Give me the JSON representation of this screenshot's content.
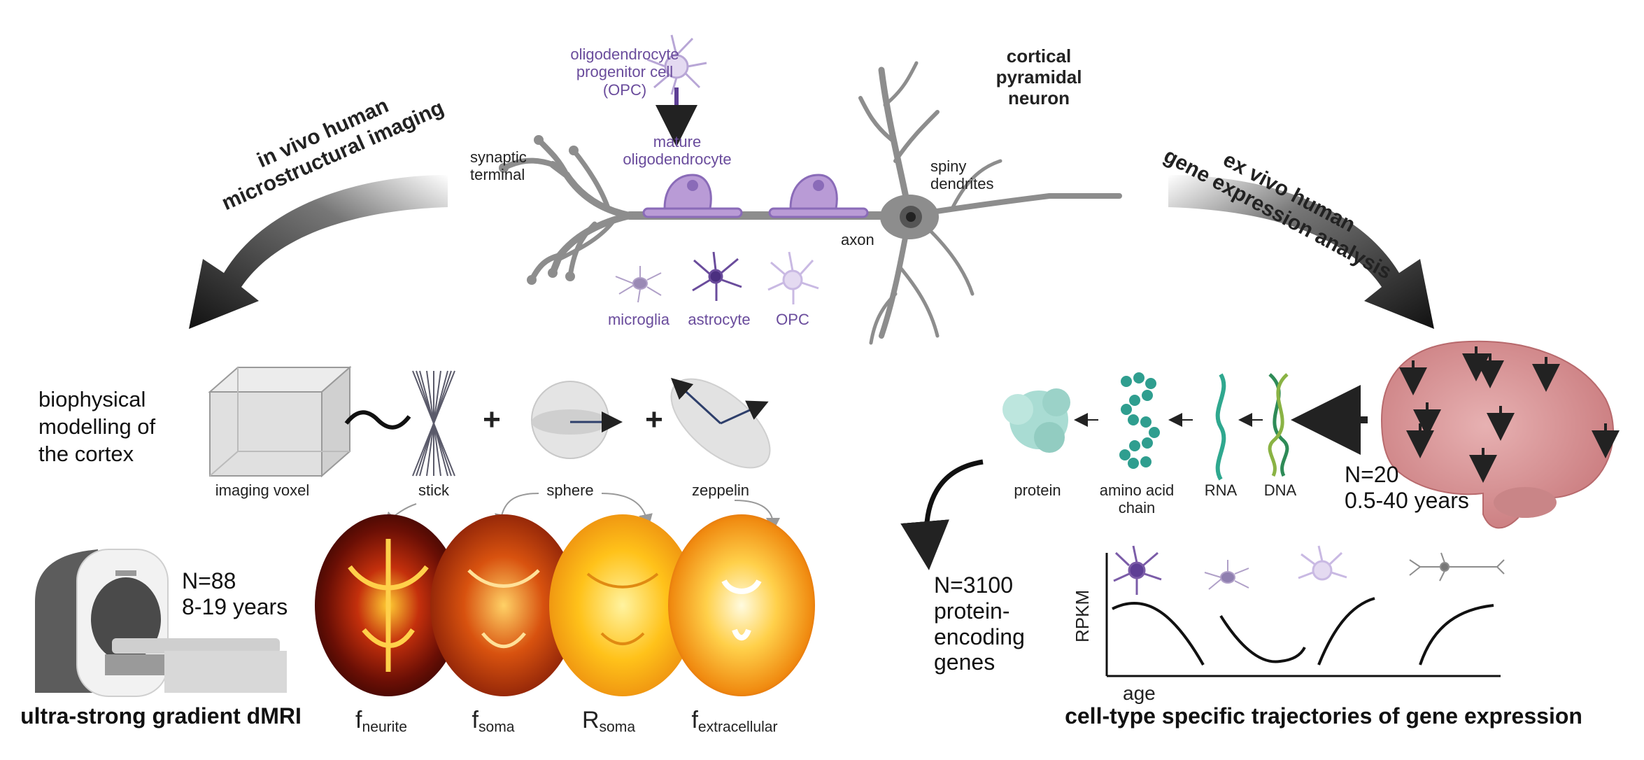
{
  "neuron": {
    "opc_label": "oligodendrocyte\nprogenitor cell\n(OPC)",
    "mature_label": "mature\noligodendrocyte",
    "synaptic_label": "synaptic\nterminal",
    "cortical_label": "cortical\npyramidal\nneuron",
    "spiny_label": "spiny\ndendrites",
    "axon_label": "axon",
    "microglia_label": "microglia",
    "astrocyte_label": "astrocyte",
    "opc_small_label": "OPC"
  },
  "arrows": {
    "left_line1": "in vivo human",
    "left_line2": "microstructural imaging",
    "right_line1": "ex vivo human",
    "right_line2": "gene expression analysis"
  },
  "model": {
    "bio_label": "biophysical\nmodelling of\nthe cortex",
    "voxel_label": "imaging voxel",
    "stick_label": "stick",
    "sphere_label": "sphere",
    "zeppelin_label": "zeppelin",
    "plus": "+"
  },
  "mri": {
    "n_label": "N=88\n8-19 years",
    "title": "ultra-strong gradient dMRI"
  },
  "maps": {
    "m1_main": "f",
    "m1_sub": "neurite",
    "m2_main": "f",
    "m2_sub": "soma",
    "m3_main": "R",
    "m3_sub": "soma",
    "m4_main": "f",
    "m4_sub": "extracellular"
  },
  "genes": {
    "protein_label": "protein",
    "amino_label": "amino acid\nchain",
    "rna_label": "RNA",
    "dna_label": "DNA",
    "brain_n_label": "N=20\n0.5-40 years",
    "n_genes_label": "N=3100\nprotein-\nencoding\ngenes",
    "ylabel": "RPKM",
    "xlabel": "age",
    "title": "cell-type specific trajectories of gene expression"
  },
  "colors": {
    "purple": "#6a4c9c",
    "neuron_gray": "#8d8d8d",
    "dna_green": "#2e8b57",
    "teal": "#3aa6a0",
    "brain_pink": "#d99a9c"
  }
}
